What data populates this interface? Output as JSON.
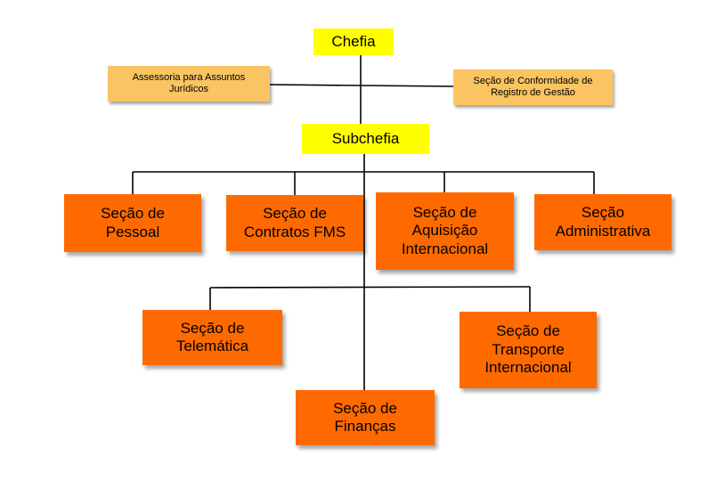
{
  "chart": {
    "chefia": "Chefia",
    "assessoria": "Assessoria para Assuntos\nJurídicos",
    "conformidade": "Seção de Conformidade de\nRegistro de Gestão",
    "subchefia": "Subchefia",
    "pessoal": "Seção de\nPessoal",
    "contratos": "Seção de\nContratos FMS",
    "aquisicao": "Seção de\nAquisição\nInternacional",
    "administrativa": "Seção\nAdministrativa",
    "telematica": "Seção de\nTelemática",
    "transporte": "Seção de\nTransporte\nInternacional",
    "financas": "Seção de\nFinanças"
  },
  "colors": {
    "top": "#ffff00",
    "staff": "#f9c461",
    "section": "#ff6a00",
    "connector": "#000000"
  }
}
